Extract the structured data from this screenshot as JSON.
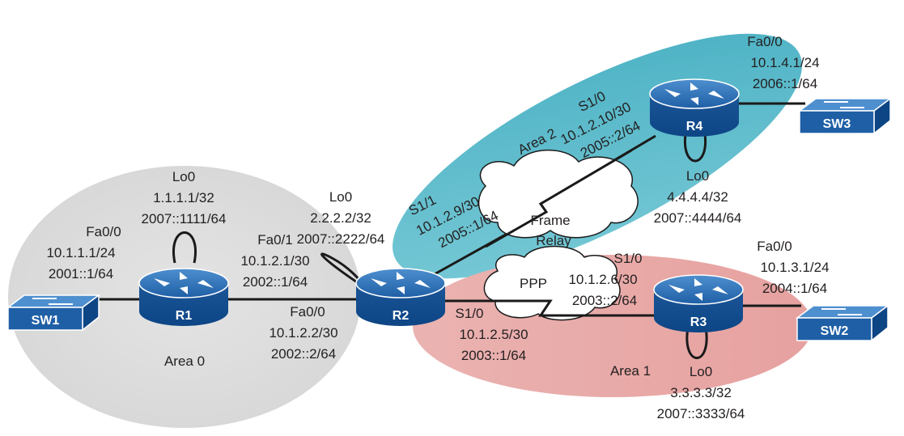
{
  "colors": {
    "area0": "#dcdcdc",
    "area1": "#e8aaa8",
    "area2": "#5fbccc",
    "device": "#1f5fa6",
    "device_dark": "#0d4585",
    "link": "#1a1a1a"
  },
  "areas": {
    "area0": "Area 0",
    "area1": "Area 1",
    "area2": "Area 2"
  },
  "clouds": {
    "frame_relay_line1": "Frame",
    "frame_relay_line2": "Relay",
    "ppp": "PPP"
  },
  "devices": {
    "r1": "R1",
    "r2": "R2",
    "r3": "R3",
    "r4": "R4",
    "sw1": "SW1",
    "sw2": "SW2",
    "sw3": "SW3"
  },
  "r1": {
    "lo0": [
      "Lo0",
      "1.1.1.1/32",
      "2007::1111/64"
    ],
    "fa00": [
      "Fa0/0",
      "10.1.1.1/24",
      "2001::1/64"
    ],
    "fa01": [
      "Fa0/1",
      "10.1.2.1/30",
      "2002::1/64"
    ]
  },
  "r2": {
    "lo0": [
      "Lo0",
      "2.2.2.2/32",
      "2007::2222/64"
    ],
    "fa00": [
      "Fa0/0",
      "10.1.2.2/30",
      "2002::2/64"
    ],
    "s11": [
      "S1/1",
      "10.1.2.9/30",
      "2005::1/64"
    ],
    "s10": [
      "S1/0",
      "10.1.2.5/30",
      "2003::1/64"
    ]
  },
  "r3": {
    "s10": [
      "S1/0",
      "10.1.2.6/30",
      "2003::2/64"
    ],
    "fa00": [
      "Fa0/0",
      "10.1.3.1/24",
      "2004::1/64"
    ],
    "lo0": [
      "Lo0",
      "3.3.3.3/32",
      "2007::3333/64"
    ]
  },
  "r4": {
    "fa00": [
      "Fa0/0",
      "10.1.4.1/24",
      "2006::1/64"
    ],
    "s10": [
      "S1/0",
      "10.1.2.10/30",
      "2005::2/64"
    ],
    "lo0": [
      "Lo0",
      "4.4.4.4/32",
      "2007::4444/64"
    ]
  }
}
